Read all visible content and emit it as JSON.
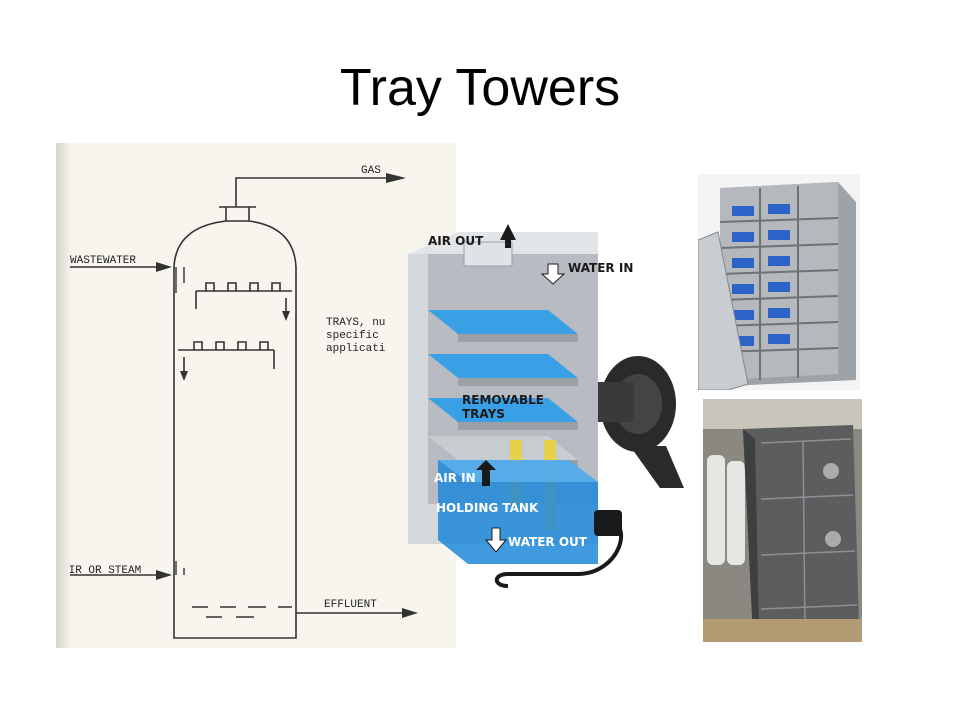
{
  "slide": {
    "title": "Tray Towers"
  },
  "schematic": {
    "label_gas": "GAS",
    "label_wastewater": "WASTEWATER",
    "label_trays_1": "TRAYS, nu",
    "label_trays_2": "specific",
    "label_trays_3": "applicati",
    "label_air_steam": "AIR OR STEAM",
    "label_effluent": "EFFLUENT"
  },
  "cutaway": {
    "label_air_out": "AIR OUT",
    "label_water_in": "WATER IN",
    "label_removable": "REMOVABLE",
    "label_trays": "TRAYS",
    "label_air_in": "AIR IN",
    "label_holding_tank": "HOLDING TANK",
    "label_water_out": "WATER OUT"
  },
  "colors": {
    "water_blue": "#3aa0e6",
    "tank_blue": "#1e88d8",
    "metal": "#b8bcc2",
    "yellow_pipe": "#e8d14a"
  }
}
